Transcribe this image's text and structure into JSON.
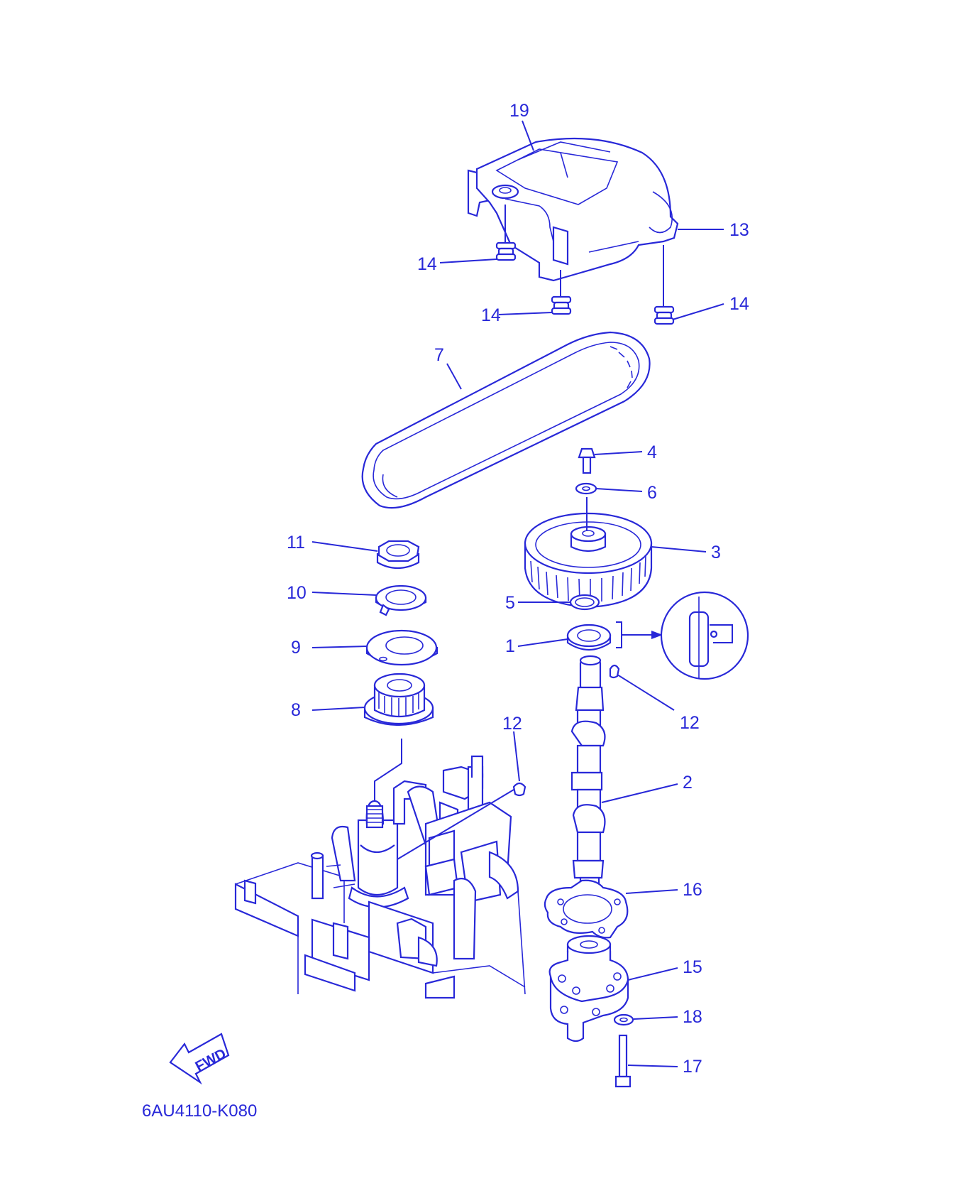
{
  "diagram": {
    "code": "6AU4110-K080",
    "fwd_label": "FWD",
    "line_color": "#2828d8",
    "callouts": [
      {
        "id": "c19",
        "text": "19"
      },
      {
        "id": "c13",
        "text": "13"
      },
      {
        "id": "c14a",
        "text": "14"
      },
      {
        "id": "c14b",
        "text": "14"
      },
      {
        "id": "c14c",
        "text": "14"
      },
      {
        "id": "c7",
        "text": "7"
      },
      {
        "id": "c4",
        "text": "4"
      },
      {
        "id": "c6",
        "text": "6"
      },
      {
        "id": "c3",
        "text": "3"
      },
      {
        "id": "c11",
        "text": "11"
      },
      {
        "id": "c10",
        "text": "10"
      },
      {
        "id": "c5",
        "text": "5"
      },
      {
        "id": "c1",
        "text": "1"
      },
      {
        "id": "c9",
        "text": "9"
      },
      {
        "id": "c12a",
        "text": "12"
      },
      {
        "id": "c8",
        "text": "8"
      },
      {
        "id": "c12b",
        "text": "12"
      },
      {
        "id": "c2",
        "text": "2"
      },
      {
        "id": "c16",
        "text": "16"
      },
      {
        "id": "c15",
        "text": "15"
      },
      {
        "id": "c18",
        "text": "18"
      },
      {
        "id": "c17",
        "text": "17"
      }
    ]
  }
}
